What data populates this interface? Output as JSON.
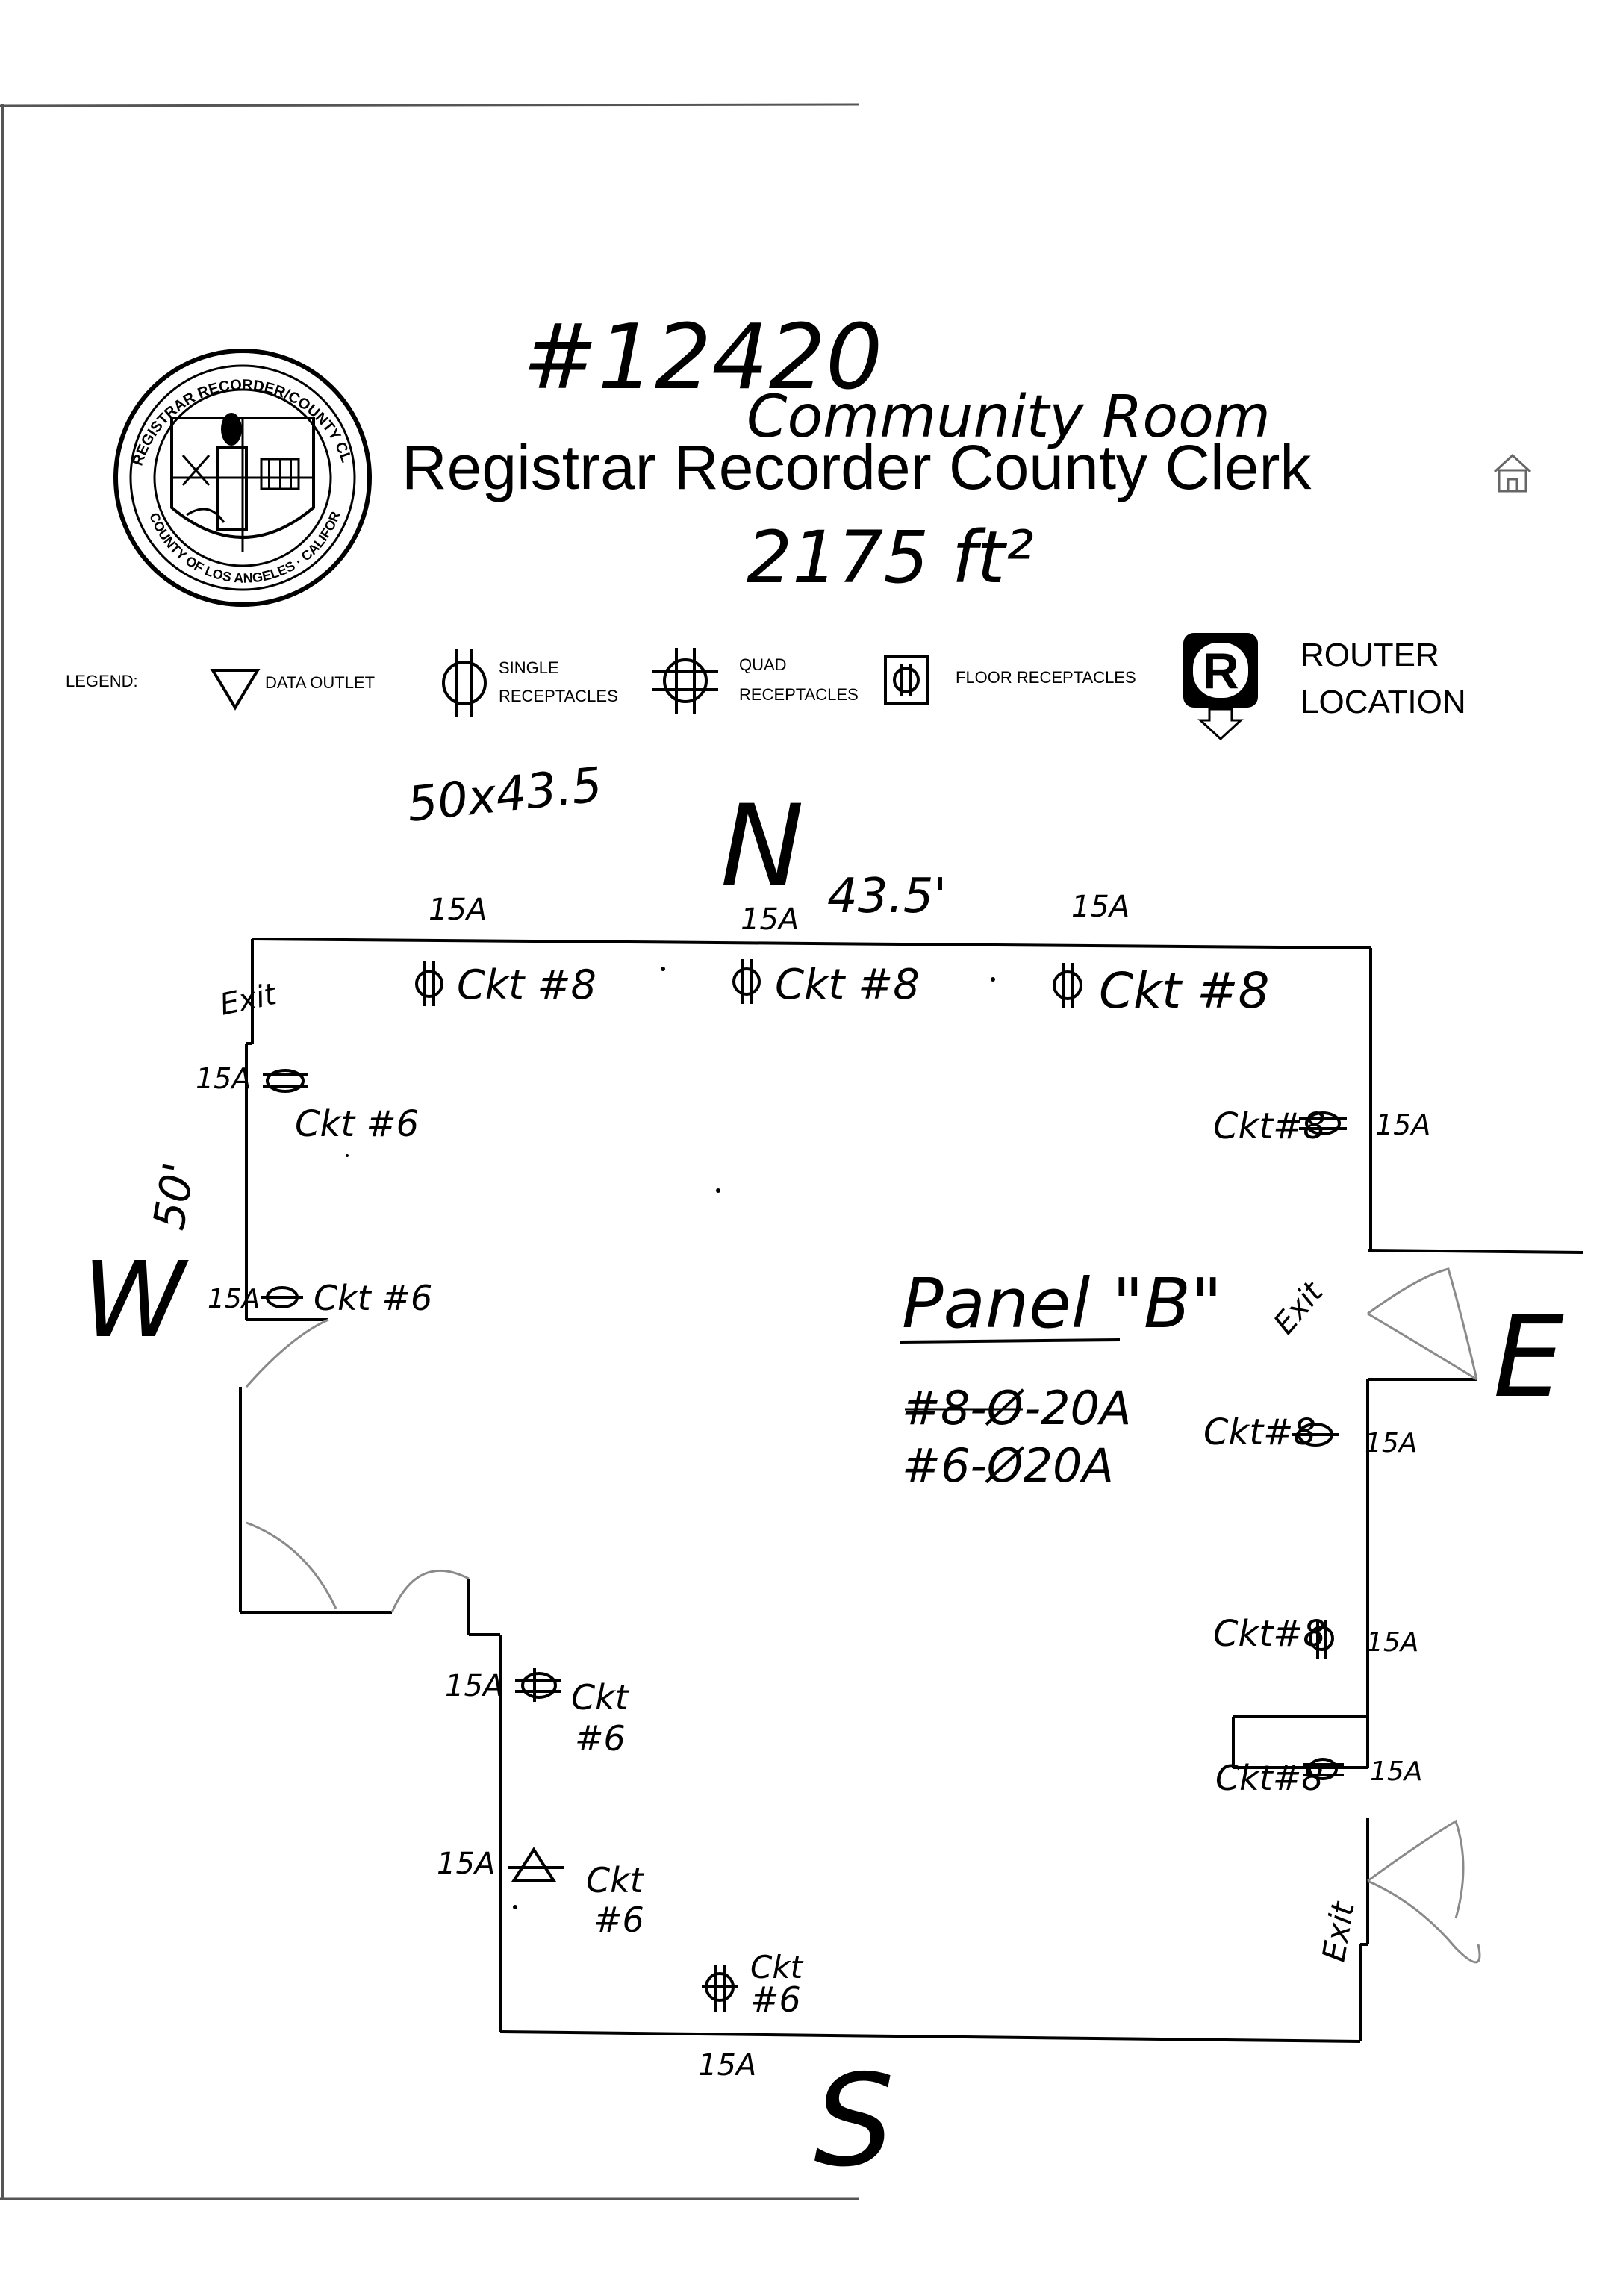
{
  "header": {
    "job_number": "#12420",
    "room_name": "Community Room",
    "title": "Registrar Recorder County Clerk",
    "area": "2175 ft²",
    "seal_top_text": "REGISTRAR RECORDER/COUNTY CLERK",
    "seal_bottom_text": "COUNTY OF LOS ANGELES · CALIFORNIA"
  },
  "legend": {
    "label": "LEGEND:",
    "items": [
      {
        "icon": "data-outlet-icon",
        "label": "DATA OUTLET"
      },
      {
        "icon": "single-receptacle-icon",
        "label_lines": [
          "SINGLE",
          "RECEPTACLES"
        ]
      },
      {
        "icon": "quad-receptacle-icon",
        "label_lines": [
          "QUAD",
          "RECEPTACLES"
        ]
      },
      {
        "icon": "floor-receptacle-icon",
        "label": "FLOOR RECEPTACLES"
      },
      {
        "icon": "router-icon",
        "glyph": "R",
        "label_lines": [
          "ROUTER",
          "LOCATION"
        ]
      }
    ]
  },
  "dimensions": {
    "overall": "50x43.5",
    "north_wall": "43.5'",
    "west_wall": "50'"
  },
  "compass": {
    "north": "N",
    "south": "S",
    "east": "E",
    "west": "W"
  },
  "exits": {
    "northwest": "Exit",
    "east": "Exit",
    "southeast": "Exit"
  },
  "panel": {
    "title": "Panel \"B\"",
    "lines": [
      "#8-Ø-20A",
      "#6-Ø20A"
    ]
  },
  "receptacles": [
    {
      "amp": "15A",
      "circuit": "Ckt #8"
    },
    {
      "amp": "15A",
      "circuit": "Ckt #8"
    },
    {
      "amp": "15A",
      "circuit": "Ckt #8"
    },
    {
      "amp": "15A",
      "circuit": "Ckt #6"
    },
    {
      "amp": "15A",
      "circuit": "Ckt #6"
    },
    {
      "amp": "15A",
      "circuit": "Ckt#8"
    },
    {
      "amp": "15A",
      "circuit": "Ckt#8"
    },
    {
      "amp": "15A",
      "circuit": "Ckt#8"
    },
    {
      "amp": "15A",
      "circuit": "Ckt#8"
    },
    {
      "amp": "15A",
      "circuit": "Ckt",
      "circuit2": "#6"
    },
    {
      "amp": "15A",
      "circuit": "Ckt",
      "circuit2": "#6"
    },
    {
      "amp": "15A",
      "circuit": "Ckt",
      "circuit2": "#6"
    }
  ],
  "colors": {
    "ink": "#000000",
    "paper": "#ffffff",
    "pencil": "#8a8a8a"
  }
}
